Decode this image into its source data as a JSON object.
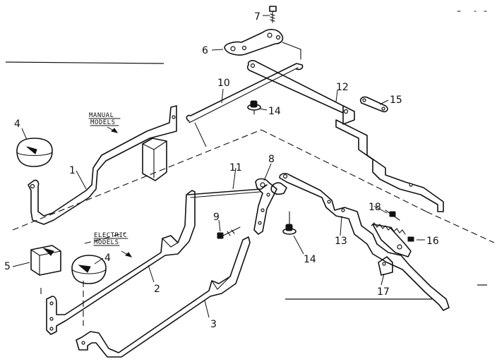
{
  "captions": {
    "manual_line1": "MANUAL",
    "manual_line2": "MODELS",
    "electric_line1": "ELECTRIC",
    "electric_line2": "MODELS"
  },
  "callouts": {
    "c1": "1",
    "c2": "2",
    "c3": "3",
    "c4a": "4",
    "c4b": "4",
    "c5": "5",
    "c6": "6",
    "c7": "7",
    "c8": "8",
    "c9": "9",
    "c10": "10",
    "c11": "11",
    "c12": "12",
    "c13": "13",
    "c14a": "14",
    "c14b": "14",
    "c15": "15",
    "c16": "16",
    "c17": "17",
    "c18": "18"
  }
}
